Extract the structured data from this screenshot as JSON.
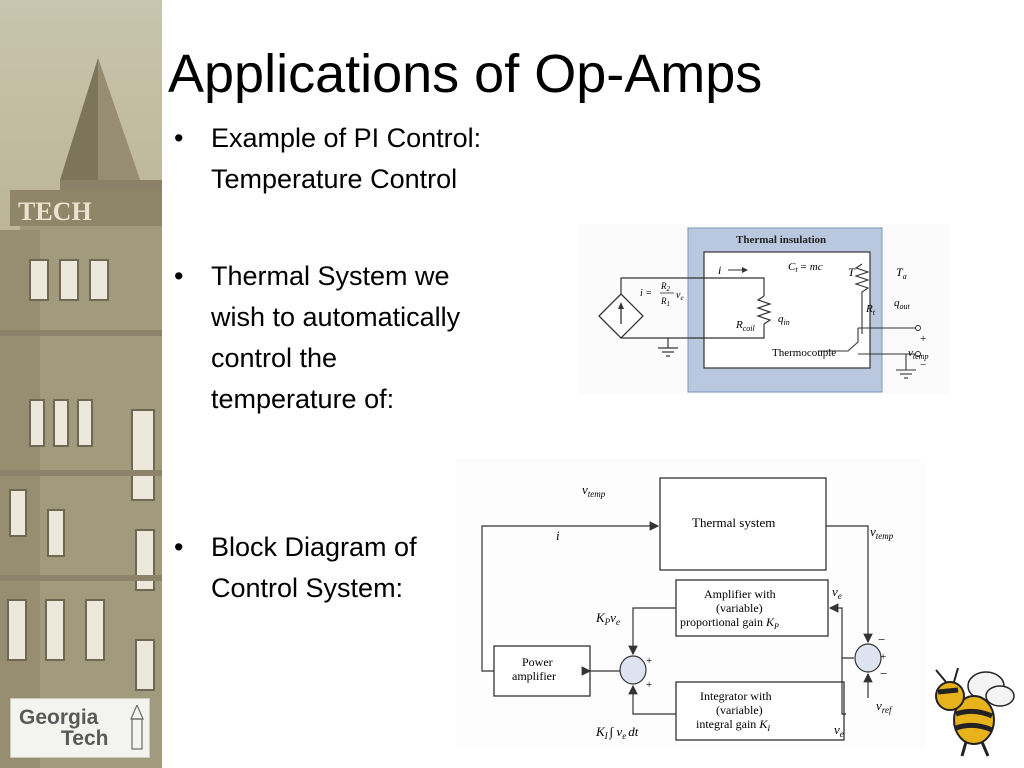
{
  "slide": {
    "title": "Applications of Op-Amps",
    "logo": {
      "line1": "Georgia",
      "line2": "Tech"
    }
  },
  "bullets": [
    {
      "marker": "•",
      "lines": [
        "Example of PI Control:",
        "Temperature Control"
      ]
    },
    {
      "marker": "•",
      "lines": [
        "Thermal System we",
        "wish to automatically",
        "control the",
        "temperature of:"
      ]
    },
    {
      "marker": "•",
      "lines": [
        "Block Diagram of",
        "Control System:"
      ]
    }
  ],
  "building_sign": "TECH",
  "thermal_figure": {
    "insulation_label": "Thermal insulation",
    "current_i": "i",
    "source_eq_lhs": "i =",
    "source_eq_num": "R",
    "source_eq_num_sub": "2",
    "source_eq_den": "R",
    "source_eq_den_sub": "1",
    "source_eq_rhs": "v",
    "source_eq_rhs_sub": "e",
    "capacitance": "C",
    "capacitance_sub": "t",
    "capacitance_rhs": "= mc",
    "temp_T": "T",
    "temp_Ta": "T",
    "temp_Ta_sub": "a",
    "R_t": "R",
    "R_t_sub": "t",
    "q_out": "q",
    "q_out_sub": "out",
    "q_in": "q",
    "q_in_sub": "in",
    "R_coil": "R",
    "R_coil_sub": "coil",
    "thermocouple": "Thermocouple",
    "plus": "+",
    "minus": "−",
    "v_temp": "v",
    "v_temp_sub": "temp"
  },
  "block_diagram": {
    "v_temp_in": "v",
    "v_temp_in_sub": "temp",
    "thermal_system": "Thermal system",
    "i_label": "i",
    "v_temp_out": "v",
    "v_temp_out_sub": "temp",
    "amplifier_lines": [
      "Amplifier with",
      "(variable)",
      "proportional gain"
    ],
    "amplifier_gain": "K",
    "amplifier_gain_sub": "P",
    "v_e_1": "v",
    "v_e_1_sub": "e",
    "kp_ve": "K",
    "kp_ve_sub": "P",
    "kp_ve_v": "v",
    "kp_ve_v_sub": "e",
    "power_amp_lines": [
      "Power",
      "amplifier"
    ],
    "integrator_lines": [
      "Integrator with",
      "(variable)",
      "integral gain"
    ],
    "integrator_gain": "K",
    "integrator_gain_sub": "I",
    "ki_int": "K",
    "ki_int_sub": "I",
    "ki_int_rest": "∫ v",
    "ki_int_rest_sub": "e",
    "ki_int_dt": "dt",
    "v_ref": "v",
    "v_ref_sub": "ref",
    "v_e_2": "v",
    "v_e_2_sub": "e",
    "plus": "+",
    "minus": "−"
  }
}
